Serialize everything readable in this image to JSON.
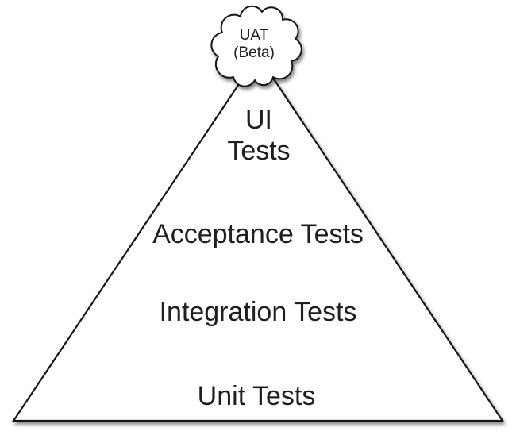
{
  "cloud": {
    "line1": "UAT",
    "line2": "(Beta)"
  },
  "pyramid": {
    "levels": [
      {
        "label": "UI Tests",
        "line1": "UI",
        "line2": "Tests"
      },
      {
        "label": "Acceptance Tests"
      },
      {
        "label": "Integration Tests"
      },
      {
        "label": "Unit Tests"
      }
    ]
  },
  "colors": {
    "background": "#ffffff",
    "shape_fill": "#ffffff",
    "outline": "#161616",
    "divider": "#3d3d3d",
    "text": "#1f1f1f",
    "shadow": "#8a8a8a"
  }
}
